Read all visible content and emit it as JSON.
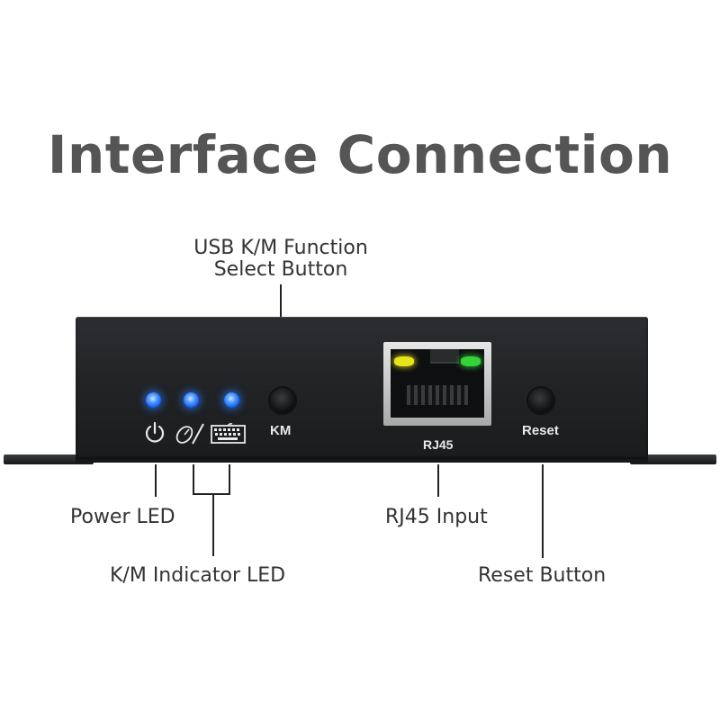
{
  "title": "Interface Connection",
  "callouts": {
    "usb_km_line1": "USB K/M Function",
    "usb_km_line2": "Select Button",
    "power_led": "Power LED",
    "km_indicator": "K/M Indicator LED",
    "rj45_input": "RJ45 Input",
    "reset_button": "Reset Button"
  },
  "device_labels": {
    "km": "KM",
    "rj45": "RJ45",
    "reset": "Reset"
  },
  "icons": [
    "power-icon",
    "mouse-icon",
    "keyboard-icon"
  ],
  "colors": {
    "led_blue": "#1f6fff",
    "rj45_led_left": "#e8e41a",
    "rj45_led_right": "#35d33a",
    "device_body": "#1f2123",
    "title_text": "#555555"
  }
}
